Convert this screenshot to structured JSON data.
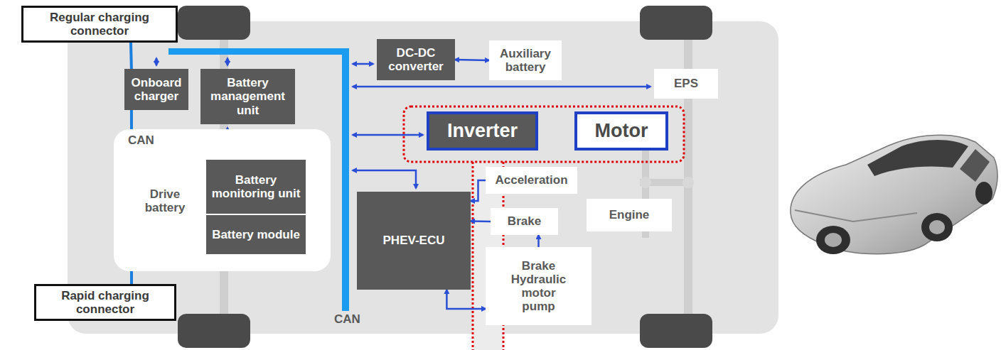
{
  "diagram": {
    "nodes": [
      {
        "text": [
          "Regular charging connector"
        ]
      },
      {
        "text": [
          "Onboard charger"
        ]
      },
      {
        "text": [
          "Battery management unit"
        ]
      },
      {
        "text": [
          "Drive battery"
        ]
      },
      {
        "text": [
          "Battery monitoring unit"
        ],
        "in": 3
      },
      {
        "text": [
          "Battery module"
        ],
        "in": 3
      },
      {
        "text": [
          "Rapid charging connector"
        ]
      },
      {
        "text": [
          "DC-DC converter"
        ]
      },
      {
        "text": [
          "Auxiliary battery"
        ]
      },
      {
        "text": [
          "EPS"
        ]
      },
      {
        "text": [
          "Inverter"
        ]
      },
      {
        "text": [
          "Motor"
        ]
      },
      {
        "text": [
          "Acceleration"
        ]
      },
      {
        "text": [
          "PHEV-ECU"
        ]
      },
      {
        "text": [
          "Brake"
        ]
      },
      {
        "text": [
          "Engine"
        ]
      },
      {
        "text": [
          "Brake Hydraulic motor pump"
        ]
      }
    ],
    "edges": [
      {
        "from": 0,
        "to": 1,
        "arrow": "none"
      },
      {
        "from": 1,
        "to": 3,
        "arrow": "none"
      },
      {
        "from": 6,
        "to": 3,
        "arrow": "none"
      },
      {
        "from": 7,
        "to": 8,
        "arrow": "both"
      },
      {
        "from": 12,
        "to": 13,
        "arrow": "to"
      },
      {
        "from": 14,
        "to": 13,
        "arrow": "to"
      },
      {
        "from": 16,
        "to": 14,
        "arrow": "to"
      },
      {
        "from": 13,
        "to": 16,
        "arrow": "both"
      }
    ],
    "labels": [
      "CAN",
      "CAN"
    ]
  }
}
